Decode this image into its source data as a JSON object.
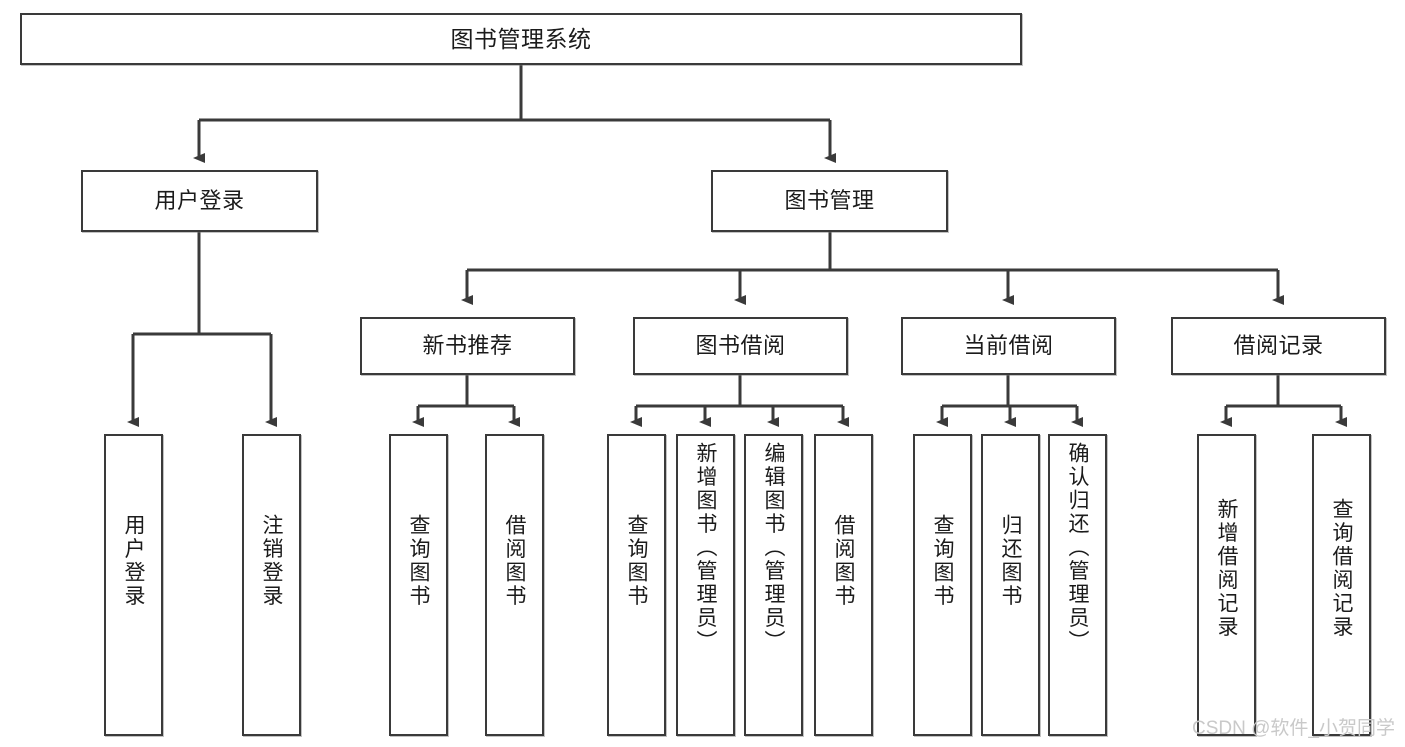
{
  "diagram": {
    "title_box": {
      "label": "图书管理系统"
    },
    "level1": [
      {
        "id": "user-login",
        "label": "用户登录"
      },
      {
        "id": "book-manage",
        "label": "图书管理"
      }
    ],
    "level2": [
      {
        "id": "new-book-recommend",
        "label": "新书推荐"
      },
      {
        "id": "book-borrow",
        "label": "图书借阅"
      },
      {
        "id": "current-borrow",
        "label": "当前借阅"
      },
      {
        "id": "borrow-record",
        "label": "借阅记录"
      }
    ],
    "leaves": {
      "user_login": [
        {
          "id": "leaf-user-login",
          "label": "用户登录"
        },
        {
          "id": "leaf-logout",
          "label": "注销登录"
        }
      ],
      "new_book_recommend": [
        {
          "id": "leaf-query-book-1",
          "label": "查询图书"
        },
        {
          "id": "leaf-borrow-book-1",
          "label": "借阅图书"
        }
      ],
      "book_borrow": [
        {
          "id": "leaf-query-book-2",
          "label": "查询图书"
        },
        {
          "id": "leaf-add-book",
          "label": "新增图书（管理员）"
        },
        {
          "id": "leaf-edit-book",
          "label": "编辑图书（管理员）"
        },
        {
          "id": "leaf-borrow-book-2",
          "label": "借阅图书"
        }
      ],
      "current_borrow": [
        {
          "id": "leaf-query-book-3",
          "label": "查询图书"
        },
        {
          "id": "leaf-return-book",
          "label": "归还图书"
        },
        {
          "id": "leaf-confirm-return",
          "label": "确认归还（管理员）"
        }
      ],
      "borrow_record": [
        {
          "id": "leaf-add-record",
          "label": "新增借阅记录"
        },
        {
          "id": "leaf-query-record",
          "label": "查询借阅记录"
        }
      ]
    },
    "watermark": {
      "text": "CSDN @软件_小贺同学"
    },
    "colors": {
      "border": "#3a3a3a",
      "background": "#ffffff",
      "text": "#1b1b1b",
      "watermark": "#c9c9c9"
    }
  }
}
